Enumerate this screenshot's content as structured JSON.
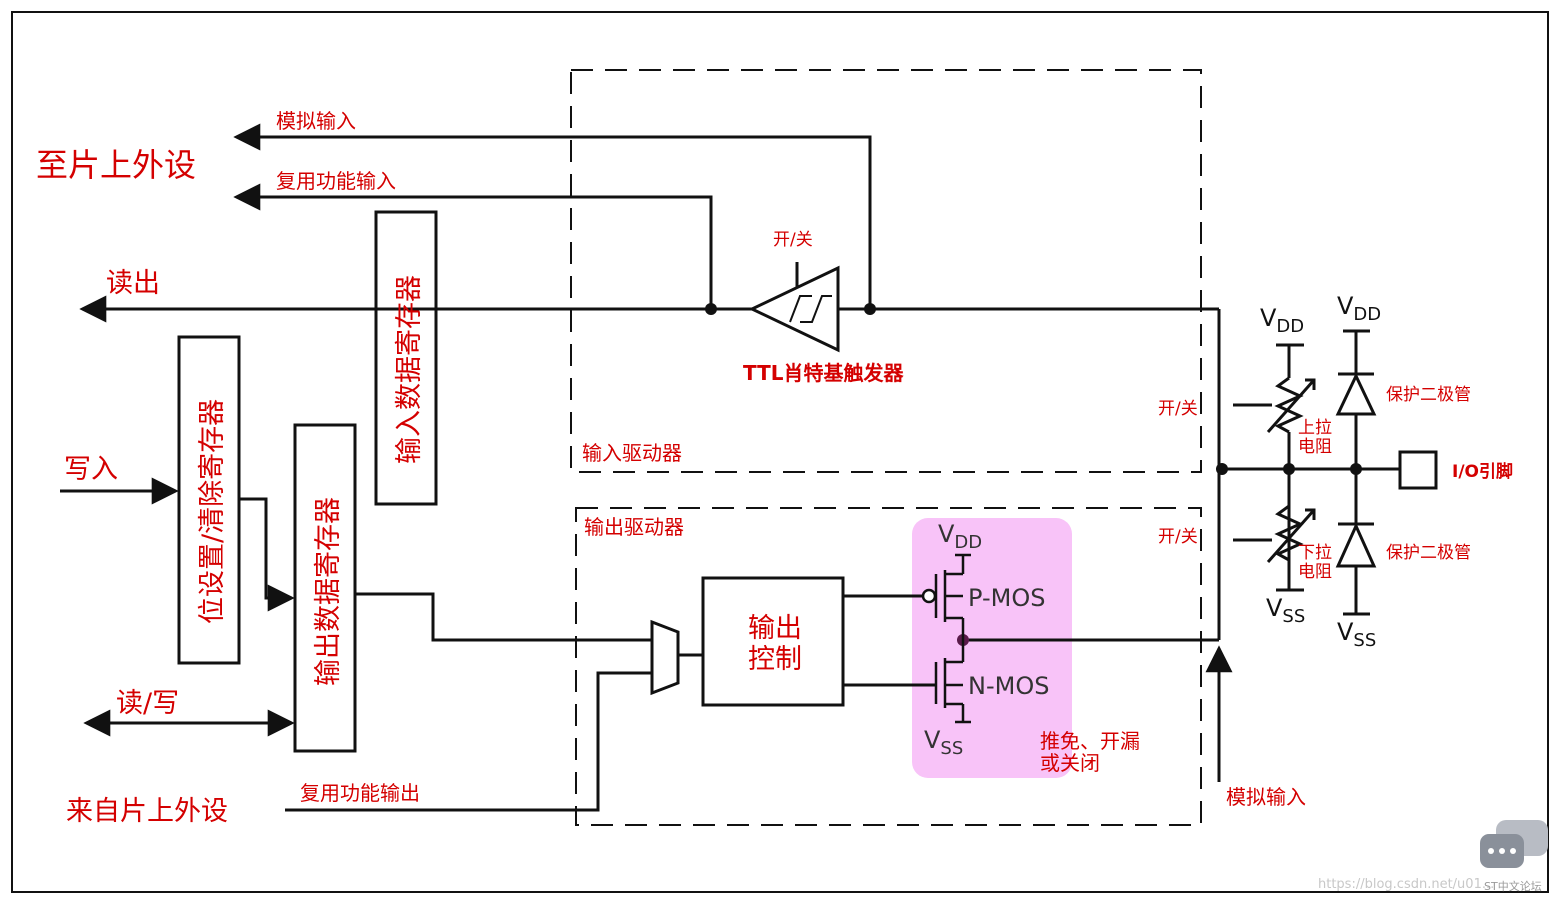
{
  "labels": {
    "to_peripheral": "至片上外设",
    "analog_input_top": "模拟输入",
    "alt_func_input": "复用功能输入",
    "read_out": "读出",
    "write_in": "写入",
    "read_write": "读/写",
    "from_peripheral": "来自片上外设",
    "alt_func_output": "复用功能输出",
    "input_data_register": "输入数据寄存器",
    "bit_set_reset_register": "位设置/清除寄存器",
    "output_data_register": "输出数据寄存器",
    "switch_top": "开/关",
    "ttl_schmitt": "TTL肖特基触发器",
    "input_driver": "输入驱动器",
    "output_driver": "输出驱动器",
    "switch_mid": "开/关",
    "switch_low": "开/关",
    "output_control_line1": "输出",
    "output_control_line2": "控制",
    "pmos": "P-MOS",
    "nmos": "N-MOS",
    "vdd_main": "V",
    "vdd_main_sub": "DD",
    "vss_main": "V",
    "vss_main_sub": "SS",
    "mode_line1": "推免、开漏",
    "mode_line2": "或关闭",
    "analog_input_bottom": "模拟输入",
    "vdd_pull": "V",
    "vdd_pull_sub": "DD",
    "vdd_diode": "V",
    "vdd_diode_sub": "DD",
    "vss_pull": "V",
    "vss_pull_sub": "SS",
    "vss_diode": "V",
    "vss_diode_sub": "SS",
    "pull_up_line1": "上拉",
    "pull_up_line2": "电阻",
    "pull_down_line1": "下拉",
    "pull_down_line2": "电阻",
    "protect_diode_top": "保护二极管",
    "protect_diode_bottom": "保护二极管",
    "io_pin": "I/O引脚",
    "watermark": "https://blog.csdn.net/u01...",
    "forum_mark": "ST中文论坛"
  },
  "colors": {
    "label_red": "#d40000",
    "highlight_pink": "#f7b8f7",
    "line_black": "#111111"
  }
}
